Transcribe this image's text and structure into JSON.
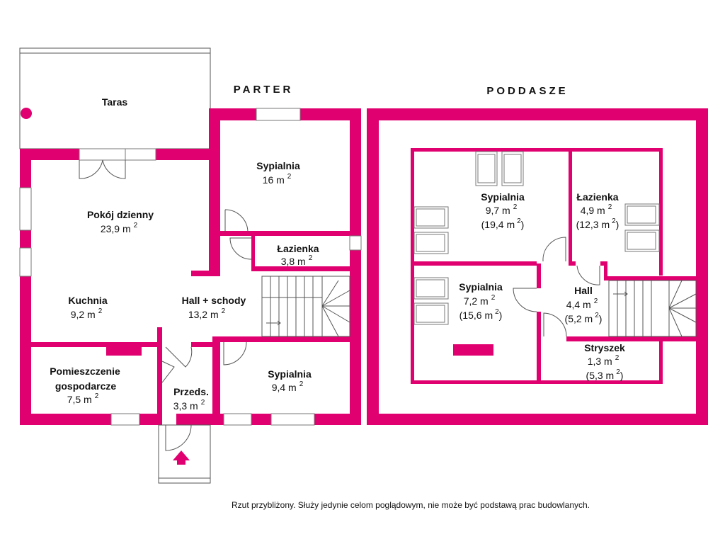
{
  "colors": {
    "wall": "#e0006f"
  },
  "parter": {
    "title": "PARTER",
    "rooms": [
      {
        "name": "Taras",
        "area": ""
      },
      {
        "name": "Pokój dzienny",
        "area": "23,9 m"
      },
      {
        "name": "Kuchnia",
        "area": "9,2 m"
      },
      {
        "name": "Sypialnia",
        "area": "16 m"
      },
      {
        "name": "Łazienka",
        "area": "3,8 m"
      },
      {
        "name": "Hall + schody",
        "area": "13,2 m"
      },
      {
        "name": "Pomieszczenie",
        "name2": "gospodarcze",
        "area": "7,5 m"
      },
      {
        "name": "Przeds.",
        "area": "3,3 m"
      },
      {
        "name": "Sypialnia",
        "area": "9,4 m"
      }
    ]
  },
  "poddasze": {
    "title": "PODDASZE",
    "rooms": [
      {
        "name": "Sypialnia",
        "area": "9,7 m",
        "total": "(19,4 m",
        "close": ")"
      },
      {
        "name": "Łazienka",
        "area": "4,9 m",
        "total": "(12,3 m",
        "close": ")"
      },
      {
        "name": "Sypialnia",
        "area": "7,2 m",
        "total": "(15,6 m",
        "close": ")"
      },
      {
        "name": "Hall",
        "area": "4,4 m",
        "total": "(5,2 m",
        "close": ")"
      },
      {
        "name": "Stryszek",
        "area": "1,3 m",
        "total": "(5,3 m",
        "close": ")"
      }
    ]
  },
  "sup": "2",
  "footer_note": "Rzut przybliżony. Służy jedynie celom poglądowym, nie może być podstawą prac budowlanych."
}
